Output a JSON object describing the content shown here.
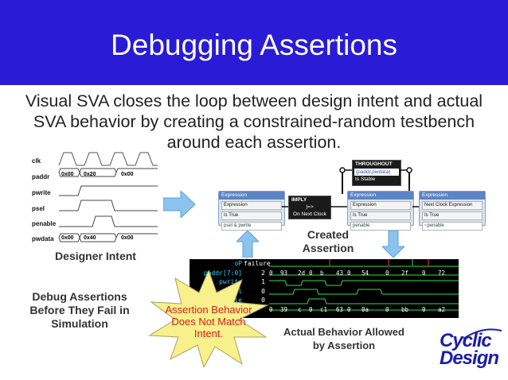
{
  "slide": {
    "title": "Debugging Assertions",
    "subtitle": "Visual SVA closes the loop between design intent and actual SVA behavior by creating a constrained-random testbench around each assertion.",
    "colors": {
      "title_bg": "#2a1bd6",
      "arrow": "#8cc3ee",
      "burst": "#f8f08a",
      "alert": "#d11f1f",
      "logo": "#1b1fa8"
    }
  },
  "timing": {
    "signals": [
      "clk",
      "paddr",
      "pwrite",
      "psel",
      "penable",
      "pwdata"
    ],
    "paddr_values": [
      "0x00",
      "0x20",
      "0x00"
    ],
    "pwdata_values": [
      "0x00",
      "0x40",
      "0x00"
    ],
    "caption": "Designer Intent"
  },
  "editor": {
    "left_node": {
      "head": "Expression",
      "rows": [
        "Expression",
        "Is True"
      ],
      "field": "psel & pwrite"
    },
    "imply_node": {
      "title": "IMPLY",
      "op": "|=>",
      "cond": "On Next Clock"
    },
    "throughout_node": {
      "title": "THROUGHOUT",
      "field": "{paddr,pwdata}",
      "cond": "Is Stable"
    },
    "mid_node": {
      "head": "Expression",
      "rows": [
        "Expression",
        "Is True"
      ],
      "field": "penable"
    },
    "right_node": {
      "head": "Expression",
      "rows": [
        "Next Clock Expression",
        "Is True"
      ],
      "field": "~penable"
    },
    "caption": "Created Assertion"
  },
  "waveform": {
    "names": [
      "oP",
      "paddr[7:0]",
      "pwrite",
      "psel",
      "penable"
    ],
    "values": [
      "failure",
      "2",
      "1",
      "0",
      "0"
    ],
    "row2_segments": [
      "0",
      "93",
      "2d",
      "0",
      "b",
      "43",
      "0",
      "54",
      "0",
      "2f",
      "0",
      "72"
    ],
    "row6_segments": [
      "0",
      "39",
      "c",
      "0",
      "c1",
      "63",
      "0",
      "0a",
      "0",
      "bb",
      "0",
      "a2"
    ],
    "caption": "Actual Behavior Allowed by Assertion"
  },
  "debug_caption": "Debug Assertions Before They Fail in Simulation",
  "burst_text": "Assertion Behavior Does Not Match Intent.",
  "logo": {
    "line1": "Cyclic",
    "line2": "Design"
  }
}
